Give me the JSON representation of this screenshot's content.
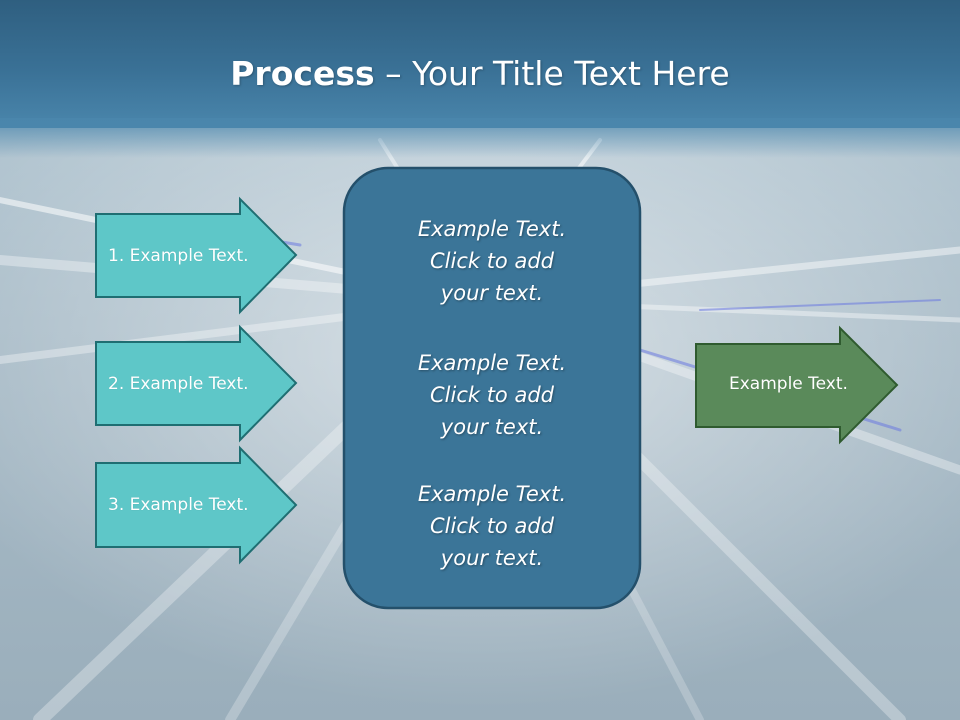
{
  "slide": {
    "title_bold": "Process",
    "title_rest": " – Your Title Text Here"
  },
  "input_arrows": [
    {
      "label": "1. Example Text."
    },
    {
      "label": "2. Example Text."
    },
    {
      "label": "3. Example Text."
    }
  ],
  "center_box": {
    "blocks": [
      {
        "line1": "Example Text.",
        "line2": "Click  to add",
        "line3": "your text."
      },
      {
        "line1": "Example Text.",
        "line2": "Click  to add",
        "line3": "your text."
      },
      {
        "line1": "Example Text.",
        "line2": "Click  to add",
        "line3": "your text."
      }
    ]
  },
  "output_arrow": {
    "label": "Example Text."
  },
  "colors": {
    "header": "#3a7196",
    "input_arrow_fill": "#5ec7c8",
    "input_arrow_stroke": "#1f6e72",
    "center_fill": "#3b7598",
    "center_stroke": "#24506b",
    "output_arrow_fill": "#5a8a5a",
    "output_arrow_stroke": "#2f5b2f"
  }
}
